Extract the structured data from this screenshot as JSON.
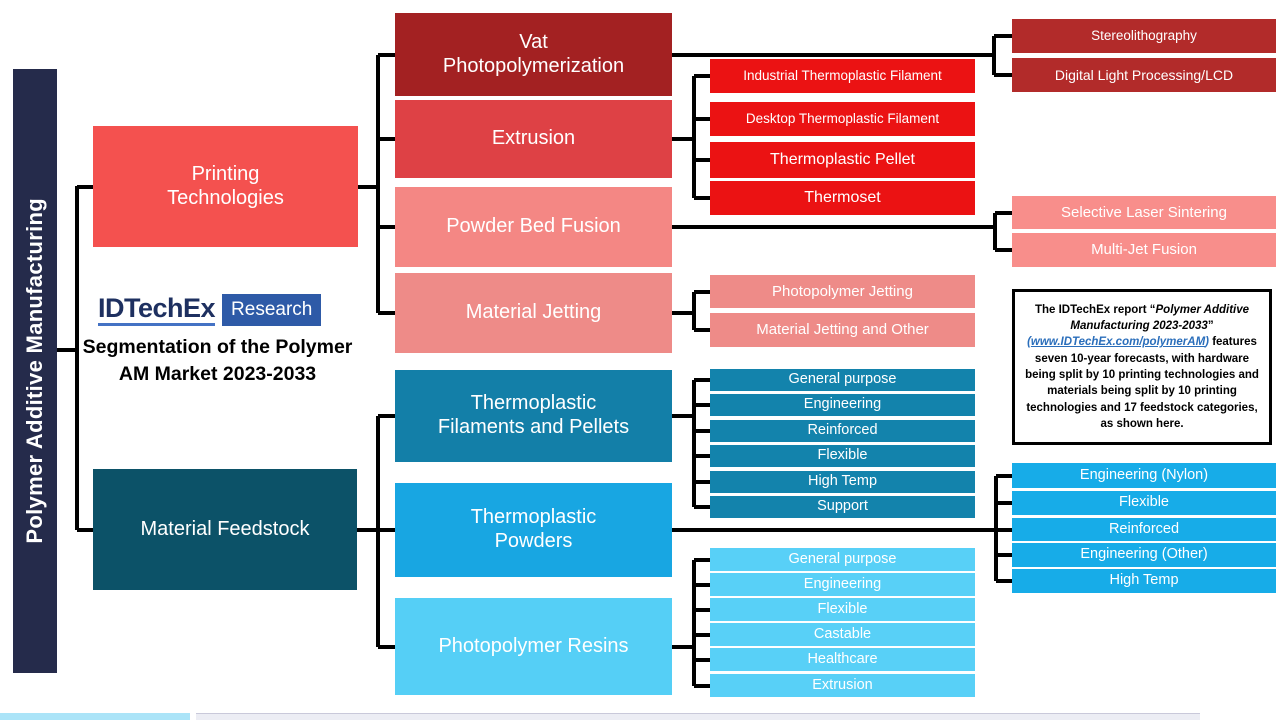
{
  "sidebar": {
    "label": "Polymer Additive Manufacturing"
  },
  "logo": {
    "brand": "IDTechEx",
    "suffix": "Research"
  },
  "caption": "Segmentation of the Polymer AM Market 2023-2033",
  "tree": {
    "level1": [
      {
        "label": "Printing Technologies"
      },
      {
        "label": "Material Feedstock"
      }
    ],
    "level2": [
      {
        "label": "Vat Photopolymerization"
      },
      {
        "label": "Extrusion"
      },
      {
        "label": "Powder Bed Fusion"
      },
      {
        "label": "Material Jetting"
      },
      {
        "label": "Thermoplastic Filaments and Pellets"
      },
      {
        "label": "Thermoplastic Powders"
      },
      {
        "label": "Photopolymer Resins"
      }
    ],
    "level3": {
      "vat_photopolymerization": [
        "Stereolithography",
        "Digital Light Processing/LCD"
      ],
      "extrusion": [
        "Industrial Thermoplastic Filament",
        "Desktop Thermoplastic Filament",
        "Thermoplastic Pellet",
        "Thermoset"
      ],
      "powder_bed_fusion": [
        "Selective Laser Sintering",
        "Multi-Jet Fusion"
      ],
      "material_jetting": [
        "Photopolymer Jetting",
        "Material Jetting and Other"
      ],
      "thermoplastic_filaments_and_pellets": [
        "General purpose",
        "Engineering",
        "Reinforced",
        "Flexible",
        "High Temp",
        "Support"
      ],
      "thermoplastic_powders": [
        "Engineering (Nylon)",
        "Flexible",
        "Reinforced",
        "Engineering (Other)",
        "High Temp"
      ],
      "photopolymer_resins": [
        "General purpose",
        "Engineering",
        "Flexible",
        "Castable",
        "Healthcare",
        "Extrusion"
      ]
    }
  },
  "info_box": {
    "prefix": "The IDTechEx report “",
    "report_title": "Polymer Additive Manufacturing 2023-2033",
    "after_title": "” ",
    "open_paren": "(",
    "link": "www.IDTechEx.com/polymerAM",
    "close_paren": ") ",
    "body": "features seven 10-year forecasts, with hardware being split by 10 printing technologies and materials being split by 10 printing technologies and 17 feedstock categories, as shown here."
  },
  "palette": {
    "sidebar_navy": "#252B4B",
    "printing_coral": "#F4514F",
    "vat_dark_red": "#A32122",
    "extrusion_red": "#DE4145",
    "extrusion_child_red": "#EB1213",
    "powder_bed_pink": "#F48784",
    "material_jetting_pink": "#EE8B88",
    "vat_child_red": "#B22B2A",
    "powder_bed_child_pink": "#F88E8B",
    "feedstock_teal": "#0C5268",
    "filaments_teal": "#137FA8",
    "filaments_child_teal": "#1383AC",
    "powders_blue": "#18A6E2",
    "powders_child_blue": "#17ACE8",
    "resins_light_blue": "#55CFF6",
    "resins_child_blue": "#58D0F7",
    "logo_blue": "#2E5AA7",
    "link_blue": "#2A6EBB",
    "connector_black": "#000000"
  }
}
